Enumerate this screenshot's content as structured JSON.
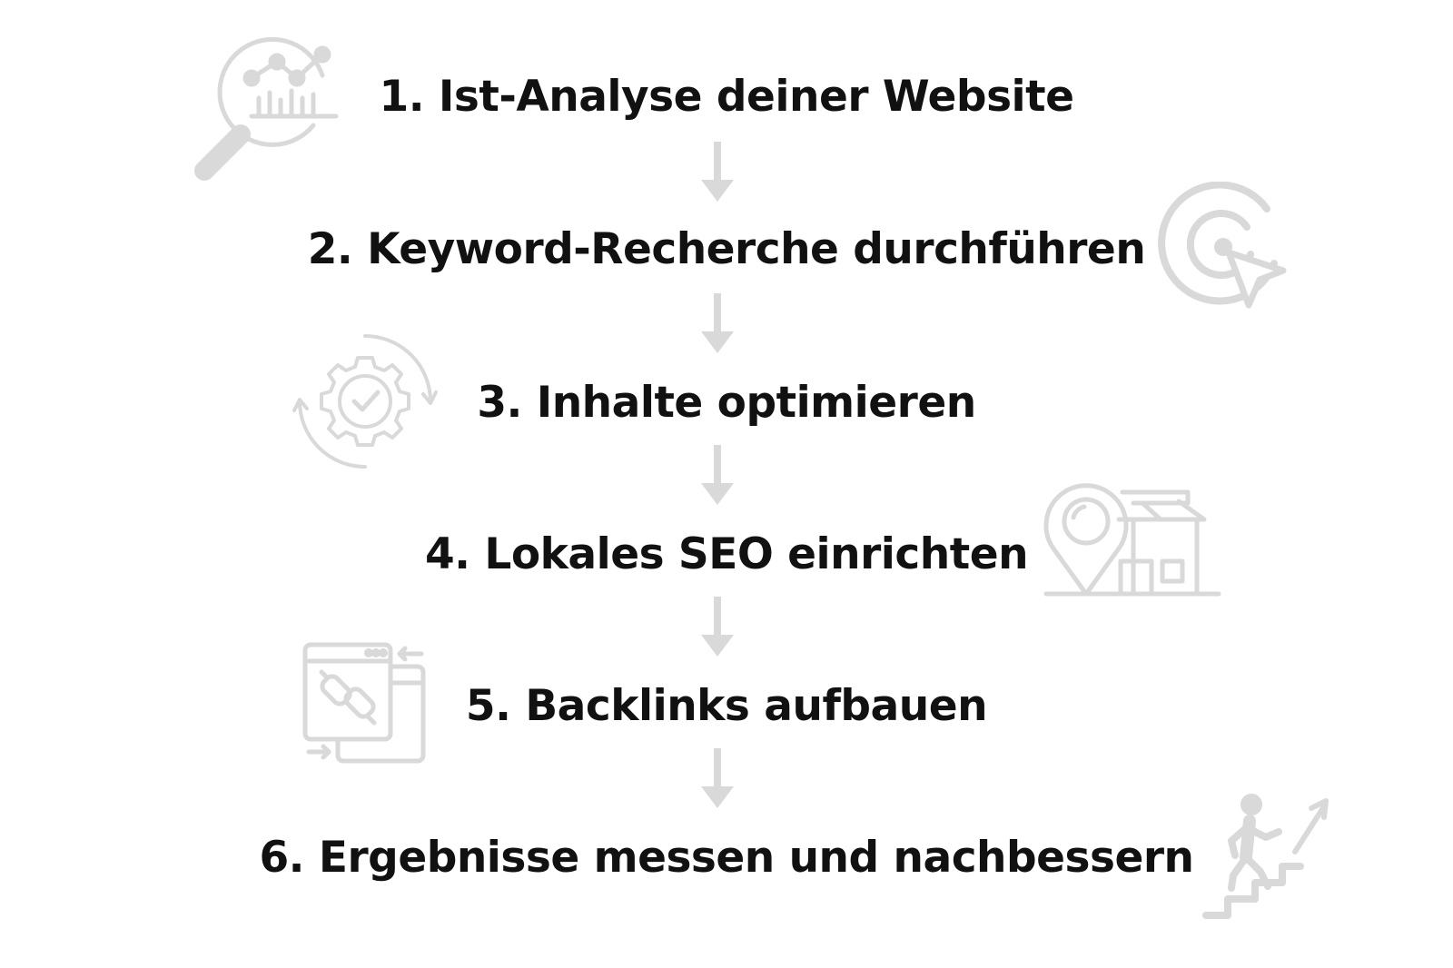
{
  "diagram": {
    "colors": {
      "text": "#111111",
      "decor": "#d9d9d9",
      "background": "#ffffff"
    },
    "steps": [
      {
        "label": "1. Ist-Analyse deiner Website",
        "icon": "magnifier-chart-icon"
      },
      {
        "label": "2. Keyword-Recherche durchführen",
        "icon": "target-cursor-icon"
      },
      {
        "label": "3. Inhalte optimieren",
        "icon": "gear-check-icon"
      },
      {
        "label": "4. Lokales SEO einrichten",
        "icon": "location-pin-house-icon"
      },
      {
        "label": "5. Backlinks aufbauen",
        "icon": "browser-link-icon"
      },
      {
        "label": "6. Ergebnisse messen und nachbessern",
        "icon": "person-climbing-stairs-icon"
      }
    ]
  }
}
